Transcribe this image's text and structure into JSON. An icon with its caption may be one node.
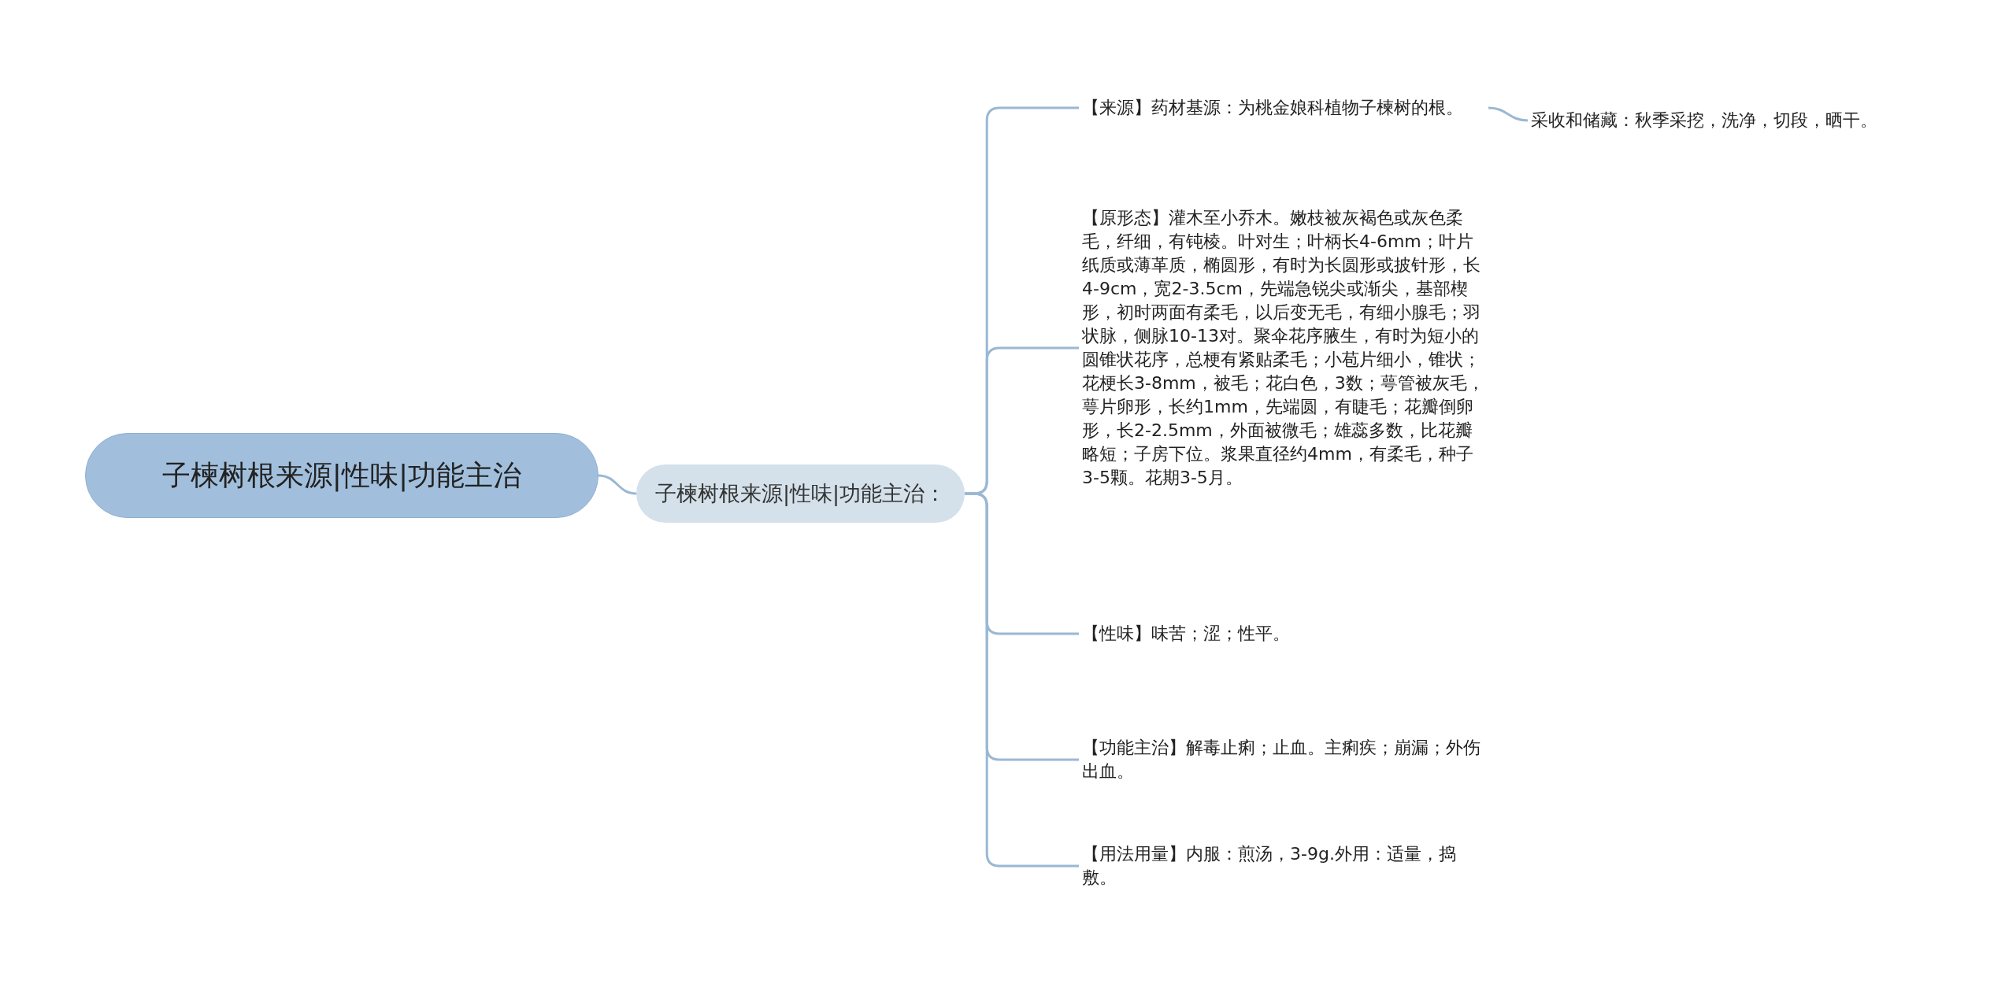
{
  "diagram": {
    "nodes": [
      {
        "text": [
          "子楝树根来源|性味|功能主治"
        ]
      },
      {
        "text": [
          "子楝树根来源|性味|功能主治："
        ]
      },
      {
        "text": [
          "【来源】药材基源：为桃金娘科植物子楝树的根。"
        ]
      },
      {
        "text": [
          "【原形态】灌木至小乔木。嫩枝被灰褐色或灰色柔毛，纤细，有钝棱。叶对生；叶柄长4-6mm；叶片纸质或薄革质，椭圆形，有时为长圆形或披针形，长4-9cm，宽2-3.5cm，先端急锐尖或渐尖，基部楔形，初时两面有柔毛，以后变无毛，有细小腺毛；羽状脉，侧脉10-13对。聚伞花序腋生，有时为短小的圆锥状花序，总梗有紧贴柔毛；小苞片细小，锥状；花梗长3-8mm，被毛；花白色，3数；萼管被灰毛，萼片卵形，长约1mm，先端圆，有睫毛；花瓣倒卵形，长2-2.5mm，外面被微毛；雄蕊多数，比花瓣略短；子房下位。浆果直径约4mm，有柔毛，种子3-5颗。花期3-5月。"
        ]
      },
      {
        "text": [
          "【性味】味苦；涩；性平。"
        ]
      },
      {
        "text": [
          "【功能主治】解毒止痢；止血。主痢疾；崩漏；外伤出血。"
        ]
      },
      {
        "text": [
          "【用法用量】内服：煎汤，3-9g.外用：适量，捣敷。"
        ]
      },
      {
        "text": [
          "采收和储藏：秋季采挖，洗净，切段，晒干。"
        ]
      }
    ],
    "edges": [
      {
        "from": 0,
        "to": 1,
        "arrow": "none"
      },
      {
        "from": 1,
        "to": 2,
        "arrow": "none"
      },
      {
        "from": 1,
        "to": 3,
        "arrow": "none"
      },
      {
        "from": 1,
        "to": 4,
        "arrow": "none"
      },
      {
        "from": 1,
        "to": 5,
        "arrow": "none"
      },
      {
        "from": 1,
        "to": 6,
        "arrow": "none"
      },
      {
        "from": 2,
        "to": 7,
        "arrow": "none"
      }
    ]
  }
}
